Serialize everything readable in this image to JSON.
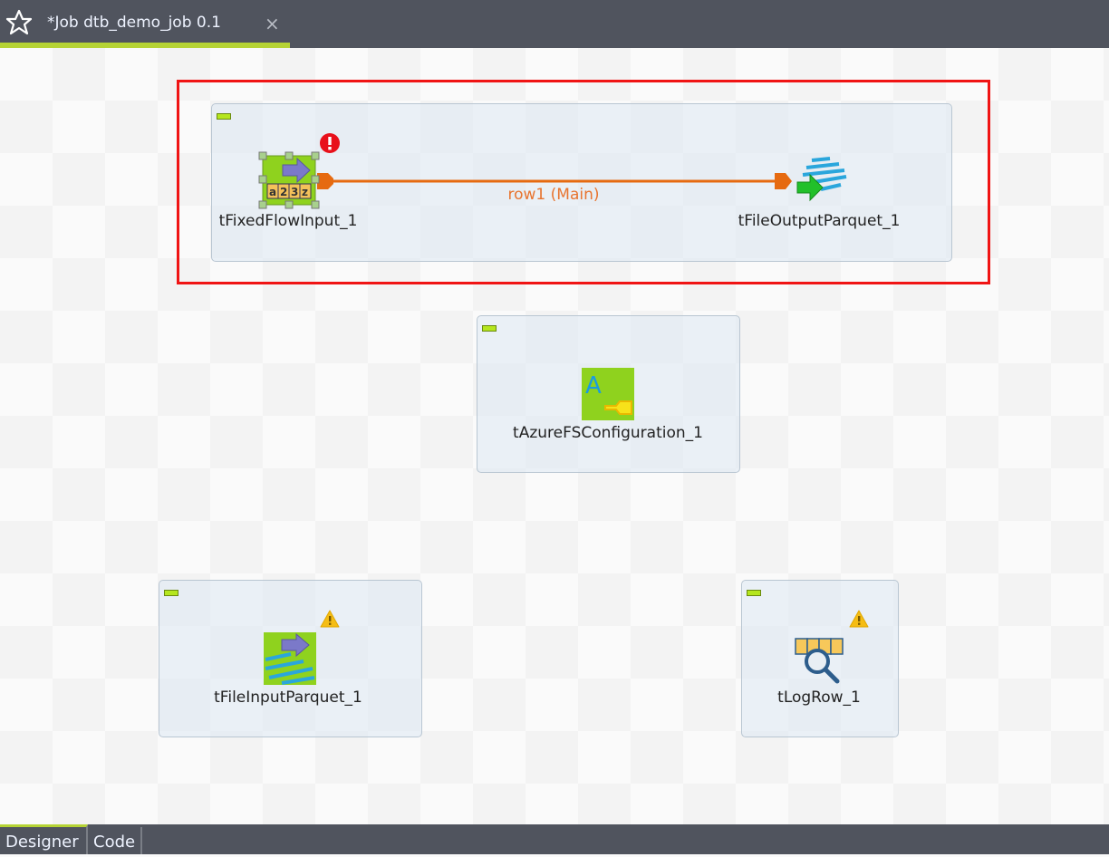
{
  "tab": {
    "title": "*Job dtb_demo_job 0.1",
    "close": "×"
  },
  "components": {
    "fixed_flow": {
      "label": "tFixedFlowInput_1",
      "icon_text": [
        "a",
        "2",
        "3",
        "z"
      ],
      "status": "error"
    },
    "output_parquet": {
      "label": "tFileOutputParquet_1"
    },
    "azure": {
      "label": "tAzureFSConfiguration_1",
      "icon_text": "A"
    },
    "input_parquet": {
      "label": "tFileInputParquet_1",
      "status": "warning"
    },
    "logrow": {
      "label": "tLogRow_1",
      "status": "warning"
    }
  },
  "connection": {
    "label": "row1 (Main)"
  },
  "bottom_tabs": [
    "Designer",
    "Code"
  ],
  "colors": {
    "accent": "#b5d334",
    "flow": "#e66a10",
    "highlight": "#f01414"
  }
}
